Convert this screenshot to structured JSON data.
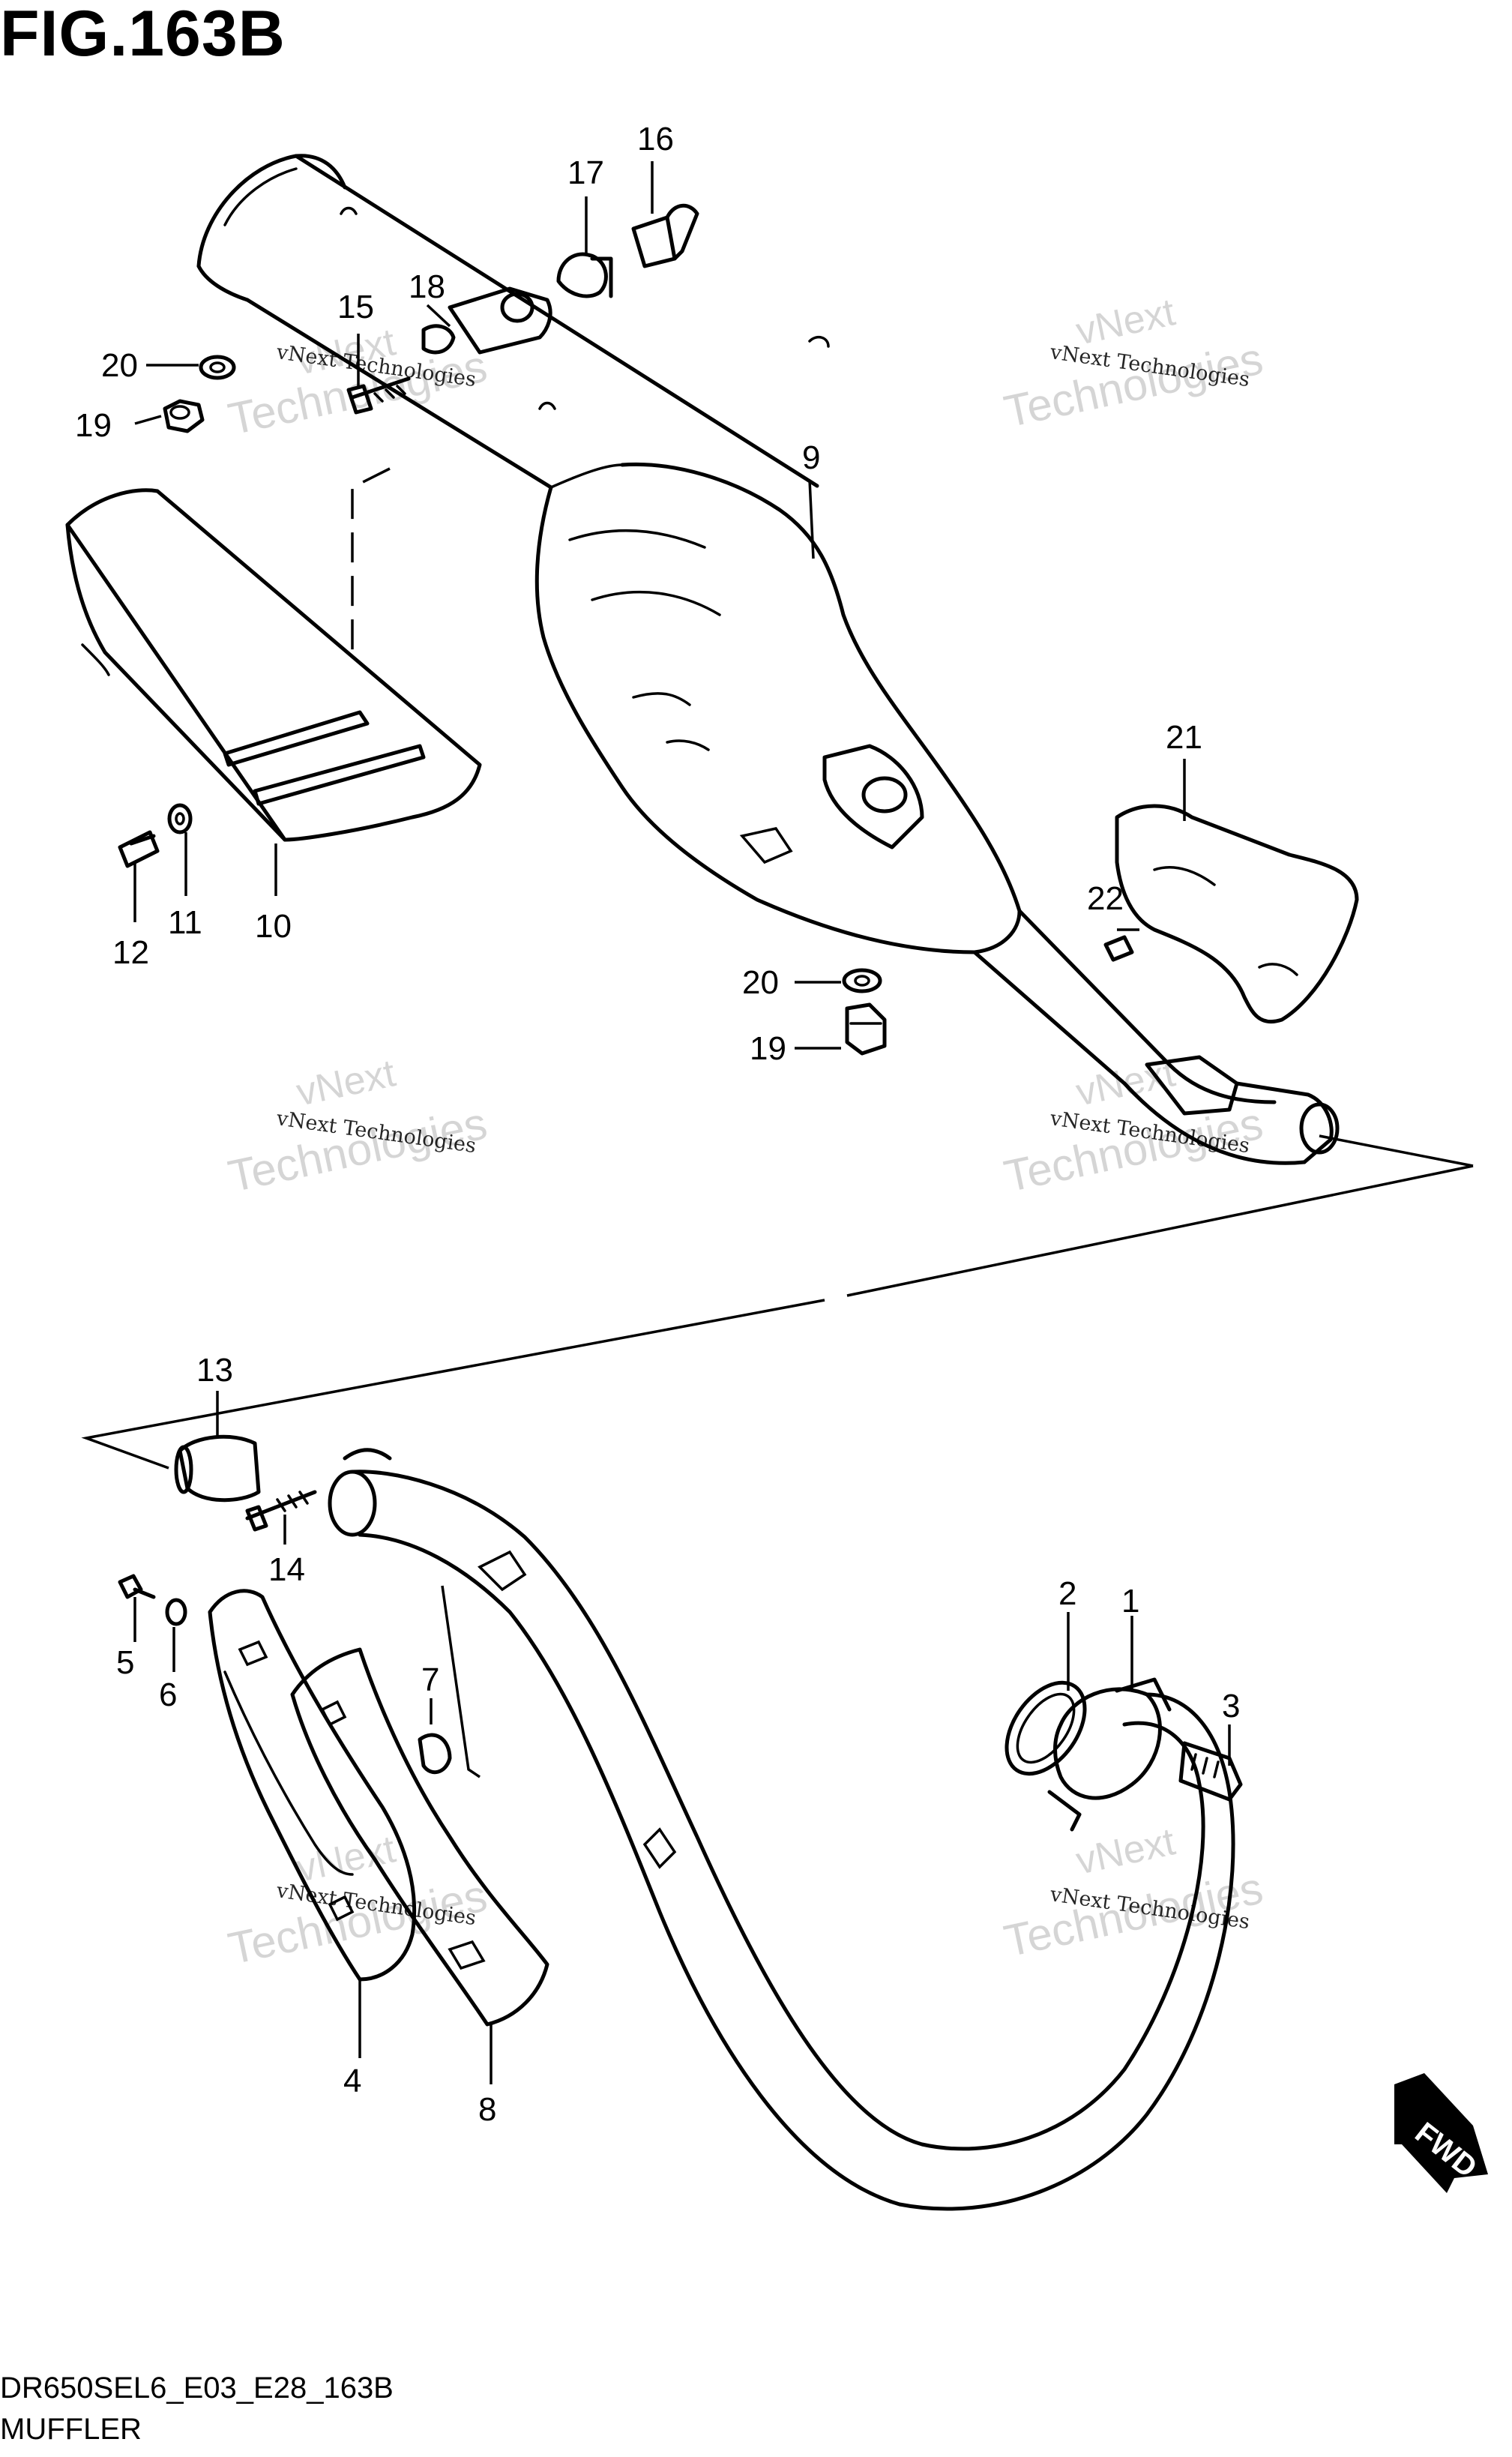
{
  "figure": {
    "title": "FIG.163B"
  },
  "footer": {
    "model_code": "DR650SEL6_E03_E28_163B",
    "section_name": "MUFFLER"
  },
  "watermark": {
    "line1": "vNext",
    "line2": "Technologies",
    "small": "vNext Technologies"
  },
  "direction_badge": {
    "label": "FWD"
  },
  "callouts": [
    {
      "id": "c1",
      "label": "1"
    },
    {
      "id": "c2",
      "label": "2"
    },
    {
      "id": "c3",
      "label": "3"
    },
    {
      "id": "c4",
      "label": "4"
    },
    {
      "id": "c5",
      "label": "5"
    },
    {
      "id": "c6",
      "label": "6"
    },
    {
      "id": "c7",
      "label": "7"
    },
    {
      "id": "c8",
      "label": "8"
    },
    {
      "id": "c9",
      "label": "9"
    },
    {
      "id": "c10",
      "label": "10"
    },
    {
      "id": "c11",
      "label": "11"
    },
    {
      "id": "c12",
      "label": "12"
    },
    {
      "id": "c13",
      "label": "13"
    },
    {
      "id": "c14",
      "label": "14"
    },
    {
      "id": "c15",
      "label": "15"
    },
    {
      "id": "c16",
      "label": "16"
    },
    {
      "id": "c17",
      "label": "17"
    },
    {
      "id": "c18",
      "label": "18"
    },
    {
      "id": "c19a",
      "label": "19"
    },
    {
      "id": "c19b",
      "label": "19"
    },
    {
      "id": "c20a",
      "label": "20"
    },
    {
      "id": "c20b",
      "label": "20"
    },
    {
      "id": "c21",
      "label": "21"
    },
    {
      "id": "c22",
      "label": "22"
    }
  ]
}
